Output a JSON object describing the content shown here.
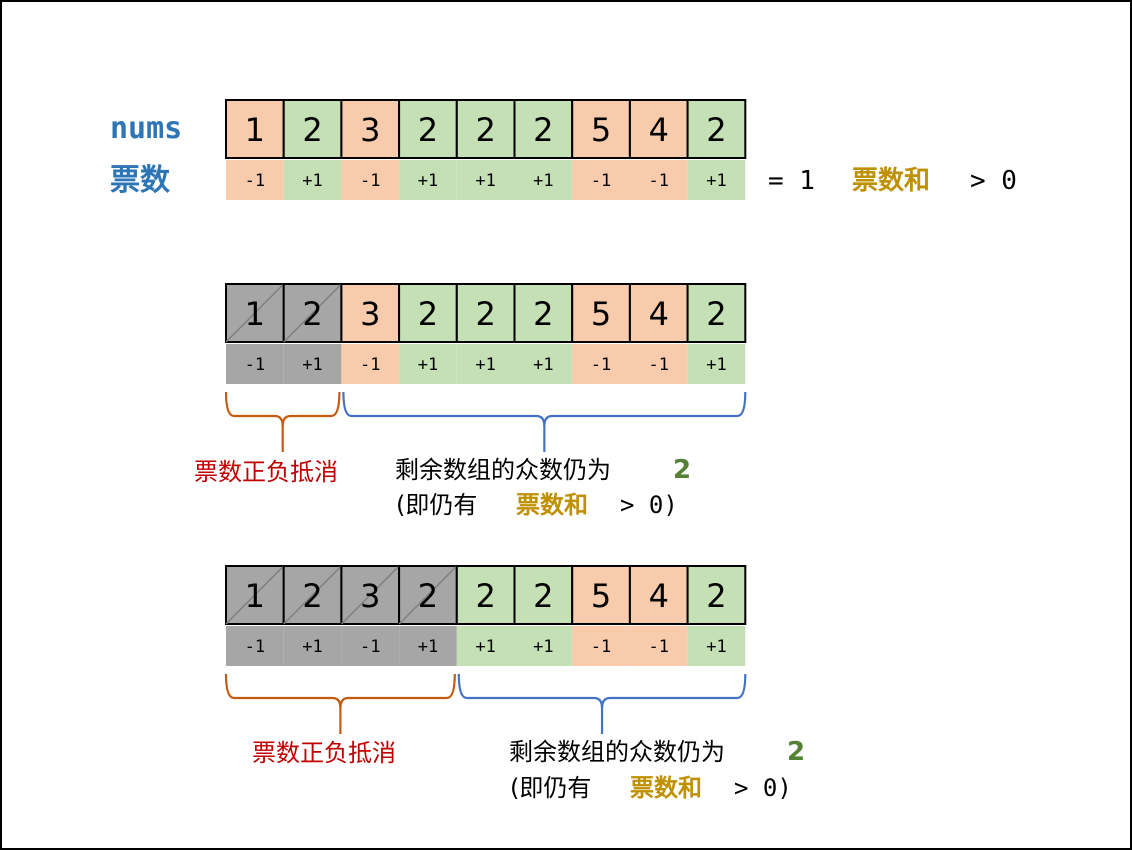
{
  "labels": {
    "nums": "nums",
    "votes": "票数"
  },
  "rows": [
    {
      "nums": [
        "1",
        "2",
        "3",
        "2",
        "2",
        "2",
        "5",
        "4",
        "2"
      ],
      "votes": [
        "-1",
        "+1",
        "-1",
        "+1",
        "+1",
        "+1",
        "-1",
        "-1",
        "+1"
      ],
      "cancelled": 0
    },
    {
      "nums": [
        "1",
        "2",
        "3",
        "2",
        "2",
        "2",
        "5",
        "4",
        "2"
      ],
      "votes": [
        "-1",
        "+1",
        "-1",
        "+1",
        "+1",
        "+1",
        "-1",
        "-1",
        "+1"
      ],
      "cancelled": 2
    },
    {
      "nums": [
        "1",
        "2",
        "3",
        "2",
        "2",
        "2",
        "5",
        "4",
        "2"
      ],
      "votes": [
        "-1",
        "+1",
        "-1",
        "+1",
        "+1",
        "+1",
        "-1",
        "-1",
        "+1"
      ],
      "cancelled": 4
    }
  ],
  "summary": {
    "eq": "= 1",
    "sum_label": "票数和",
    "gt": "> 0"
  },
  "annotations": [
    {
      "cancel_label": "票数正负抵消",
      "remain_label": "剩余数组的众数仍为",
      "remain_value": "2",
      "paren_open": "(即仍有",
      "paren_sum": "票数和",
      "paren_close": "> 0)"
    },
    {
      "cancel_label": "票数正负抵消",
      "remain_label": "剩余数组的众数仍为",
      "remain_value": "2",
      "paren_open": "(即仍有",
      "paren_sum": "票数和",
      "paren_close": "> 0)"
    }
  ],
  "colors": {
    "orange_cell": "#f8cbad",
    "green_cell": "#c5e0b4",
    "gray_cell": "#a6a6a6",
    "blue_text": "#2e75b6",
    "gold_text": "#bf9000",
    "red_text": "#c00000",
    "green_text": "#548235",
    "orange_brace": "#c55a11",
    "blue_brace": "#4472c4"
  }
}
